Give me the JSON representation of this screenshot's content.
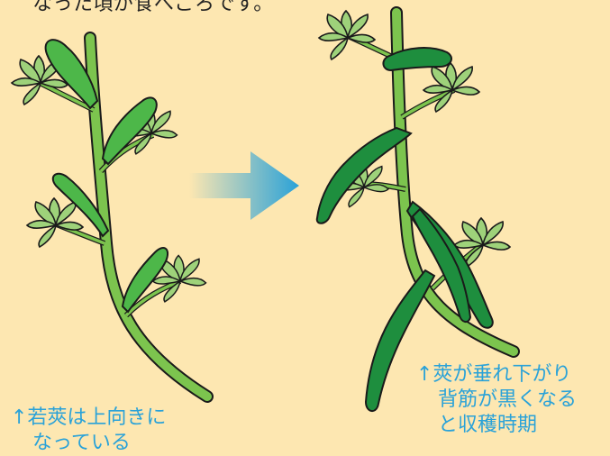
{
  "header_text": "なった頃が食べごろです。",
  "left_caption": {
    "line1": "↑若莢は上向きに",
    "line2": "なっている"
  },
  "right_caption": {
    "line1": "↑莢が垂れ下がり",
    "line2": "背筋が黒くなる",
    "line3": "と収穫時期"
  },
  "colors": {
    "background": "#FDE7B1",
    "stem": "#7CC44E",
    "young_pod": "#4DB749",
    "mature_pod": "#1E8E3E",
    "leaf": "#9ED27A",
    "arrow_gradient": [
      "#FDE7B1",
      "#2AA2D8"
    ],
    "caption": "#2AA2D8"
  }
}
